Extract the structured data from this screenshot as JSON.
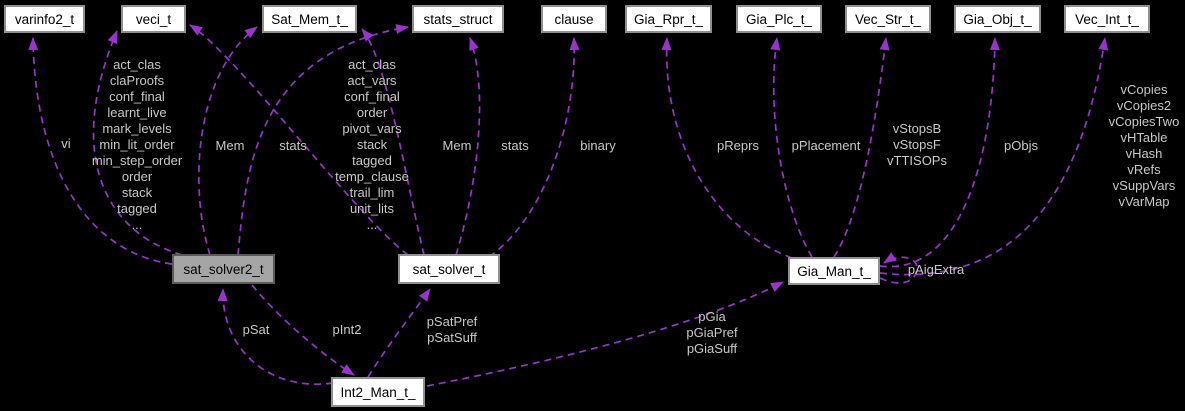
{
  "diagram": {
    "title": "collaboration-graph",
    "background_color": "#000000",
    "edge_color": "#9a32cd",
    "label_color": "#c8c8c8",
    "nodes": {
      "varinfo2": {
        "label": "varinfo2_t"
      },
      "veci": {
        "label": "veci_t"
      },
      "sat_mem": {
        "label": "Sat_Mem_t_"
      },
      "stats_struct": {
        "label": "stats_struct"
      },
      "clause": {
        "label": "clause"
      },
      "gia_rpr": {
        "label": "Gia_Rpr_t_"
      },
      "gia_plc": {
        "label": "Gia_Plc_t_"
      },
      "vec_str": {
        "label": "Vec_Str_t_"
      },
      "gia_obj": {
        "label": "Gia_Obj_t_"
      },
      "vec_int": {
        "label": "Vec_Int_t_"
      },
      "sat_solver2": {
        "label": "sat_solver2_t"
      },
      "sat_solver": {
        "label": "sat_solver_t"
      },
      "gia_man": {
        "label": "Gia_Man_t_"
      },
      "int2_man": {
        "label": "Int2_Man_t_"
      }
    },
    "edge_labels": {
      "vi": "vi",
      "solver2_members": [
        "act_clas",
        "claProofs",
        "conf_final",
        "learnt_live",
        "mark_levels",
        "min_lit_order",
        "min_step_order",
        "order",
        "stack",
        "tagged",
        "..."
      ],
      "mem_left": "Mem",
      "stats_left": "stats",
      "solver_members": [
        "act_clas",
        "act_vars",
        "conf_final",
        "order",
        "pivot_vars",
        "stack",
        "tagged",
        "temp_clause",
        "trail_lim",
        "unit_lits",
        "..."
      ],
      "mem_right": "Mem",
      "stats_right": "stats",
      "binary": "binary",
      "pReprs": "pReprs",
      "pPlacement": "pPlacement",
      "vstops": [
        "vStopsB",
        "vStopsF",
        "vTTISOPs"
      ],
      "pObjs": "pObjs",
      "vcopies": [
        "vCopies",
        "vCopies2",
        "vCopiesTwo",
        "vHTable",
        "vHash",
        "vRefs",
        "vSuppVars",
        "vVarMap"
      ],
      "pAigExtra": "pAigExtra",
      "pSat": "pSat",
      "pInt2": "pInt2",
      "psat_affixes": [
        "pSatPref",
        "pSatSuff"
      ],
      "pgia_group": [
        "pGia",
        "pGiaPref",
        "pGiaSuff"
      ]
    }
  }
}
